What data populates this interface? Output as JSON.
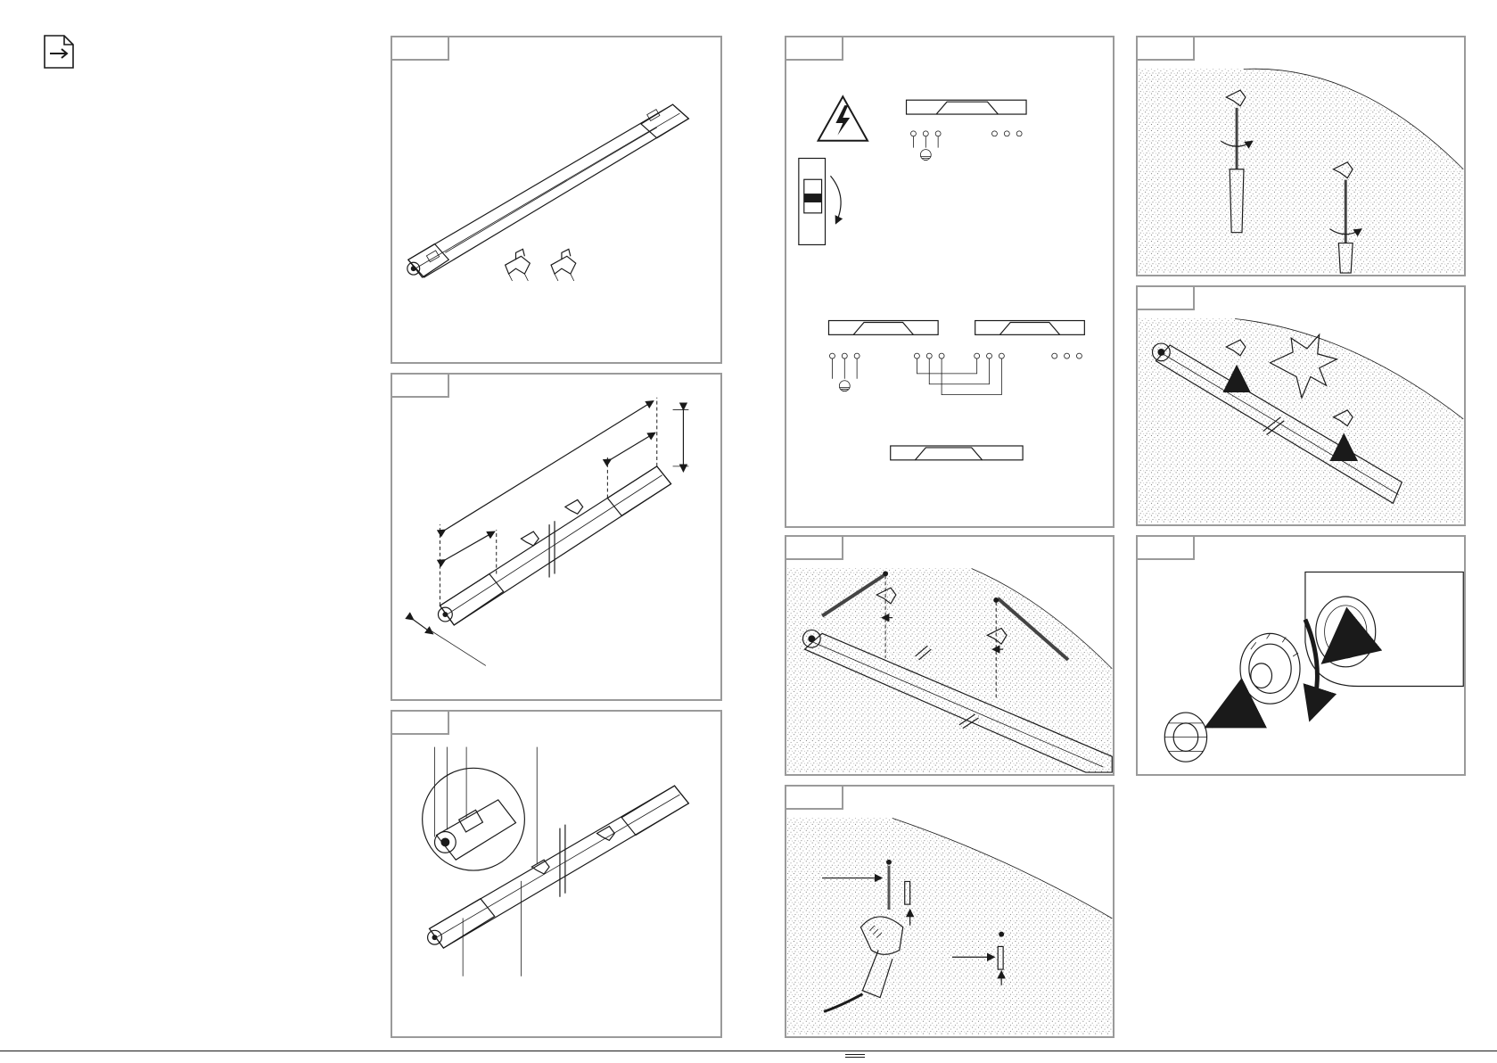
{
  "document": {
    "icons": {
      "corner": "document-arrow-icon",
      "hazard": "electrical-hazard-icon",
      "switch": "circuit-breaker-icon",
      "ground": "ground-symbol-icon"
    },
    "panels": [
      {
        "id": "contents",
        "illustration": "luminaire-with-two-mounting-clips"
      },
      {
        "id": "dimensions",
        "illustration": "luminaire-dimension-lines"
      },
      {
        "id": "components",
        "illustration": "luminaire-component-callouts"
      },
      {
        "id": "wiring",
        "illustration": "wiring-diagram-with-hazard-warning"
      },
      {
        "id": "mark-holes",
        "illustration": "marking-drill-positions-on-ceiling"
      },
      {
        "id": "drill",
        "illustration": "drilling-holes-and-inserting-plugs"
      },
      {
        "id": "screw-clips",
        "illustration": "screwing-clips-to-ceiling"
      },
      {
        "id": "snap-in",
        "illustration": "snapping-luminaire-into-clips"
      },
      {
        "id": "cable-gland",
        "illustration": "removing-end-cap-and-cable-gland"
      }
    ],
    "colors": {
      "frame": "#9a9a9a",
      "ink": "#1a1a1a",
      "paper": "#ffffff"
    }
  }
}
